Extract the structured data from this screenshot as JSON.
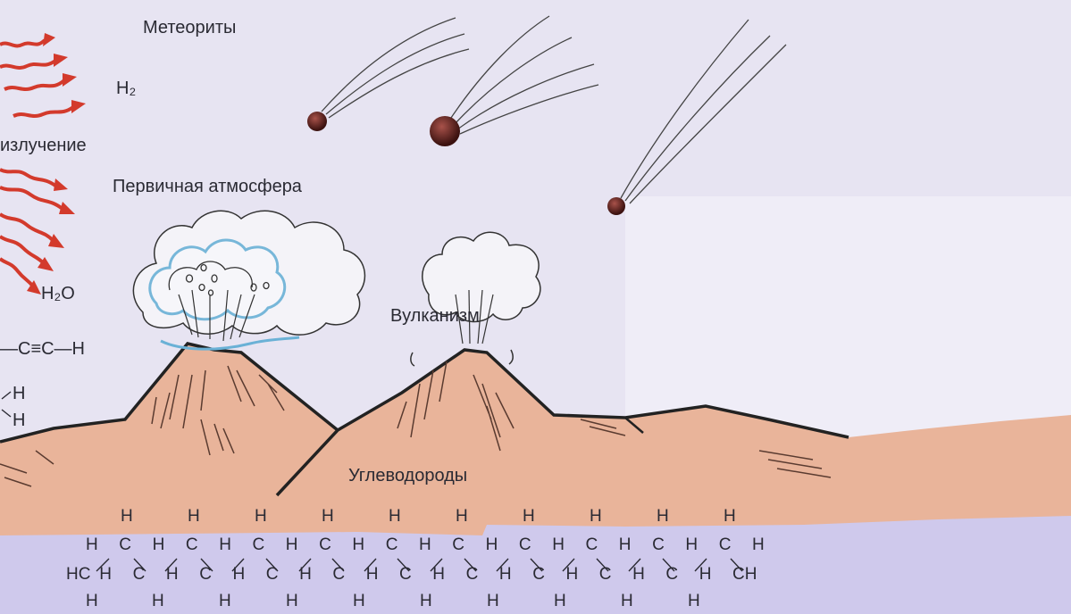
{
  "labels": {
    "meteorites": "Метеориты",
    "h2": "H₂",
    "radiation": "излучение",
    "primary_atmosphere": "Первичная атмосфера",
    "h2o": "H₂O",
    "acetylene": "—C≡C—H",
    "h_top": "H",
    "h_bottom": "H",
    "volcanism": "Вулканизм",
    "hydrocarbons": "Углеводороды"
  },
  "hydrocarbon_chain": {
    "row1": [
      "H",
      "H",
      "H",
      "H",
      "H",
      "H",
      "H",
      "H",
      "H",
      "H"
    ],
    "row2": [
      "H",
      "C",
      "H",
      "C",
      "H",
      "C",
      "H",
      "C",
      "H",
      "C",
      "H",
      "C",
      "H",
      "C",
      "H",
      "C",
      "H",
      "C",
      "H",
      "C",
      "H"
    ],
    "row3": [
      "HC",
      "H",
      "C",
      "H",
      "C",
      "H",
      "C",
      "H",
      "C",
      "H",
      "C",
      "H",
      "C",
      "H",
      "C",
      "H",
      "C",
      "H",
      "C",
      "H",
      "CH"
    ],
    "row4": [
      "H",
      "H",
      "H",
      "H",
      "H",
      "H",
      "H",
      "H",
      "H",
      "H"
    ]
  },
  "colors": {
    "sky": "#e7e4f2",
    "ground": "#e9b49a",
    "water": "#cfc9ec",
    "radiation_arrow": "#d33a2c",
    "meteor": "#5a1e1a"
  }
}
